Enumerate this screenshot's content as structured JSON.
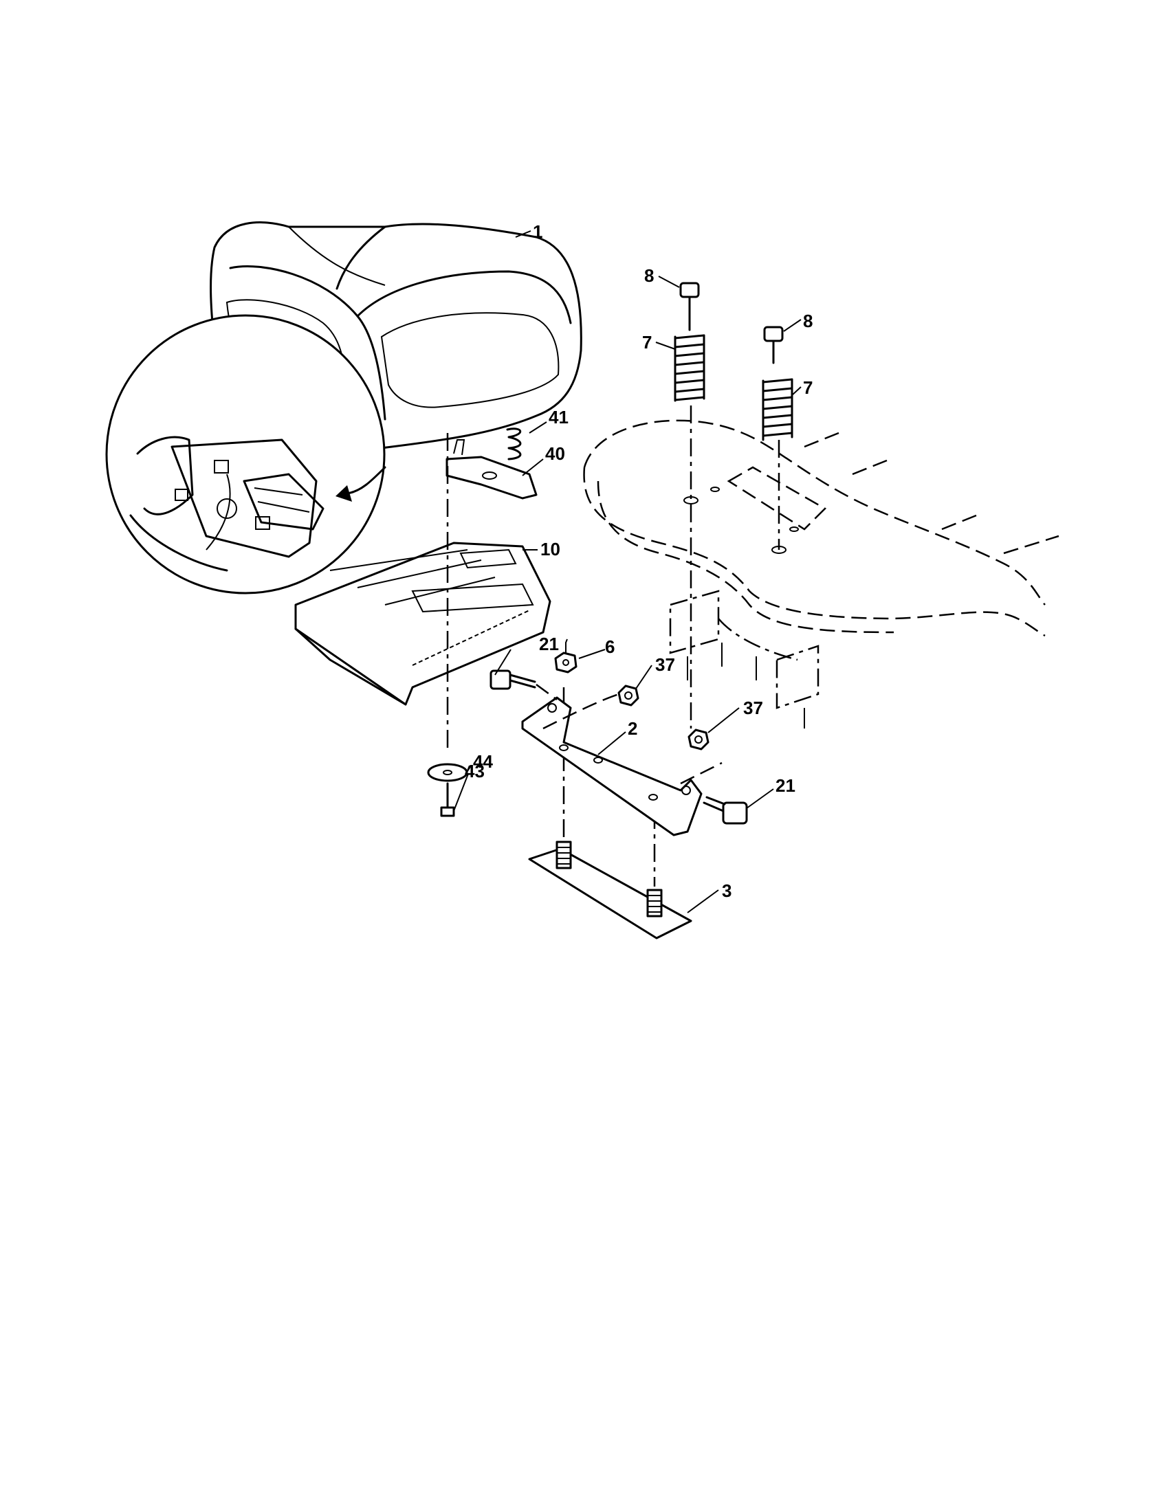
{
  "callouts": {
    "seat": "1",
    "seat_bracket": "2",
    "seat_plate": "3",
    "nut_center": "6",
    "spring_left": "7",
    "spring_right": "7",
    "bolt_left": "8",
    "bolt_right": "8",
    "seat_pan": "10",
    "shoulder_bolt_left": "21",
    "shoulder_bolt_right": "21",
    "nut_left": "37",
    "nut_right": "37",
    "seat_switch_bracket": "40",
    "seat_switch_spring": "41",
    "screw_bottom": "43",
    "washer_bottom": "44"
  }
}
